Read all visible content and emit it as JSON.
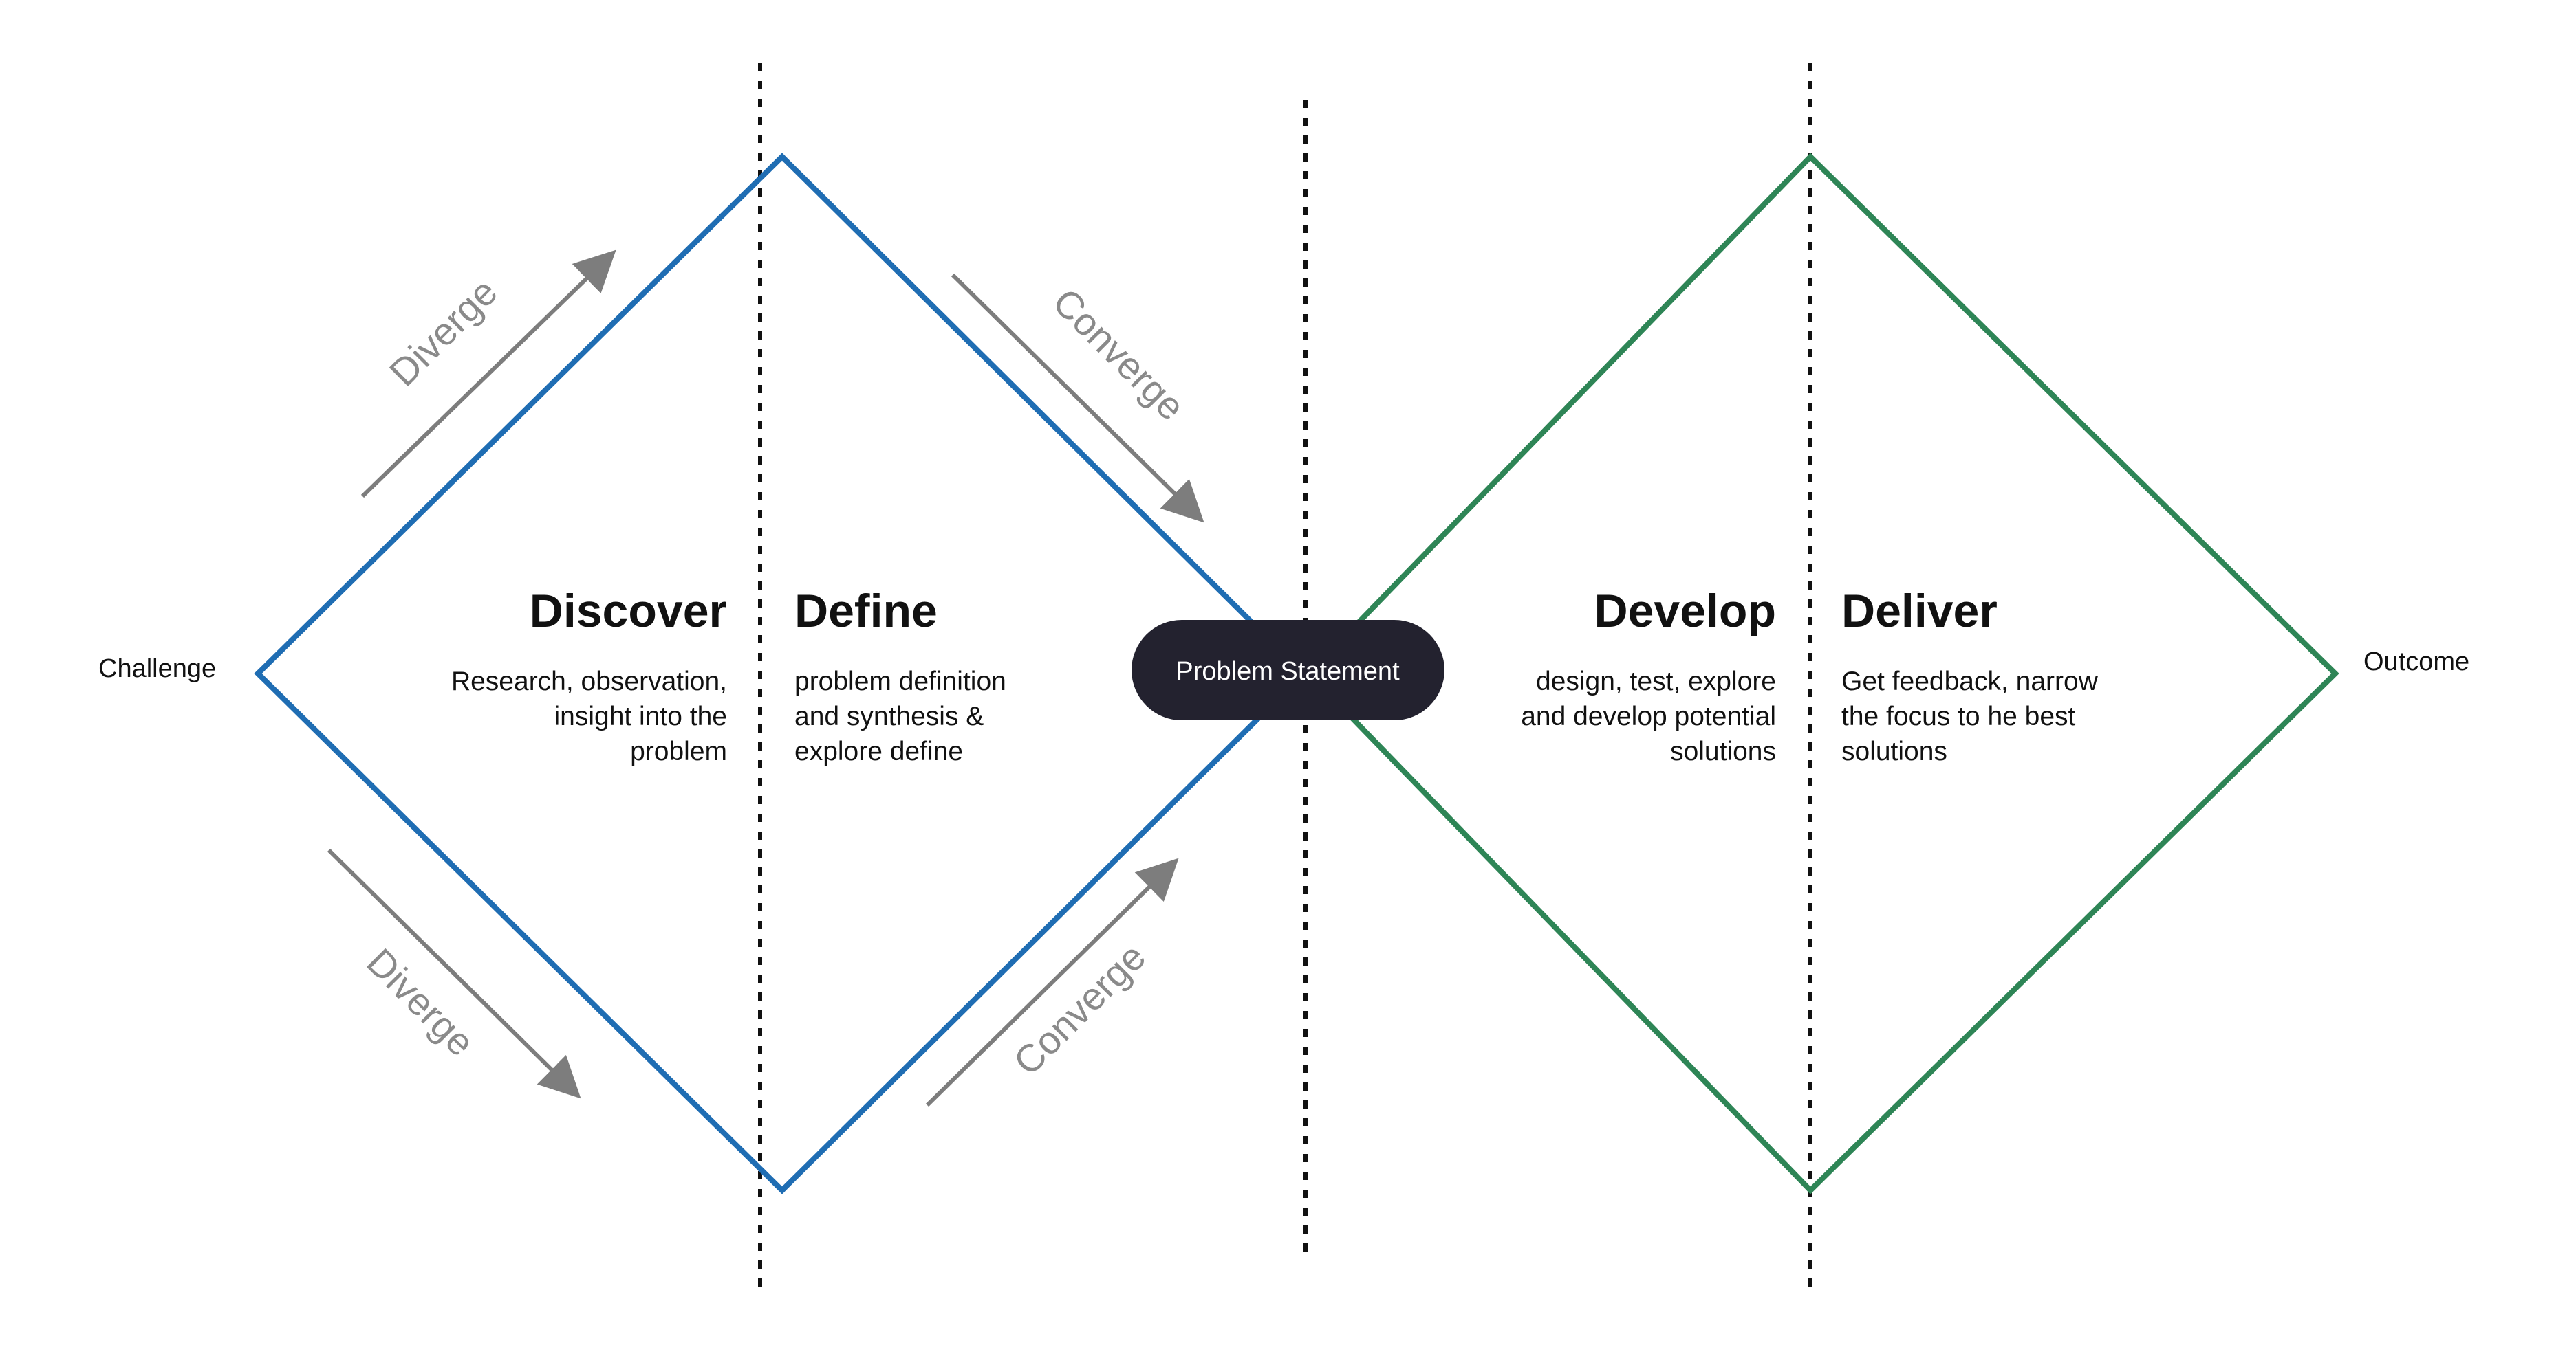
{
  "endpoints": {
    "challenge": "Challenge",
    "outcome": "Outcome"
  },
  "center_pill": {
    "label": "Problem Statement",
    "fill": "#23222f",
    "text_color": "#ffffff"
  },
  "phases": [
    {
      "title": "Discover",
      "lines": [
        "Research, observation,",
        "insight into the",
        "problem"
      ]
    },
    {
      "title": "Define",
      "lines": [
        "problem definition",
        "and synthesis &",
        "explore define"
      ]
    },
    {
      "title": "Develop",
      "lines": [
        "design, test, explore",
        "and develop potential",
        "solutions"
      ]
    },
    {
      "title": "Deliver",
      "lines": [
        "Get feedback, narrow",
        "the focus to he best",
        "solutions"
      ]
    }
  ],
  "arrows": {
    "diverge_top": "Diverge",
    "diverge_bottom": "Diverge",
    "converge_top": "Converge",
    "converge_bottom": "Converge"
  },
  "colors": {
    "first_diamond": "#1f6db3",
    "second_diamond": "#2e8556",
    "arrow": "#7d7d7d",
    "arrow_label": "#8a8a8a",
    "divider": "#111111",
    "text": "#111111"
  }
}
